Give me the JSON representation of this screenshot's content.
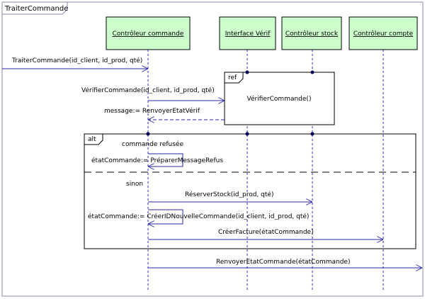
{
  "diagram": {
    "frame_title": "TraiterCommande",
    "colors": {
      "frame": "#8a8aa8",
      "line": "#2a2aa8",
      "lifeline_fill": "#ccffcc",
      "lifeline_stroke": "#000000",
      "text": "#000000",
      "background": "#ffffff"
    },
    "lifelines": [
      {
        "id": "ctrl_commande",
        "label": "Contrôleur commande"
      },
      {
        "id": "interface_verif",
        "label": "Interface Vérif"
      },
      {
        "id": "ctrl_stock",
        "label": "Contrôleur stock"
      },
      {
        "id": "ctrl_compte",
        "label": "Contrôleur compte"
      }
    ],
    "messages": {
      "m1": "TraiterCommande(id_client, id_prod, qté)",
      "m2": "VérifierCommande(id_client, id_prod, qté)",
      "m3": "message:= RenvoyerEtatVérif",
      "m4": "étatCommande:= PréparerMessageRefus",
      "m5": "RéserverStock(id_prod, qté)",
      "m6": "étatCommande:= CréerIDNouvelleCommande(id_client, id_prod, qté)",
      "m7": "CréerFacture(étatCommande)",
      "m8": "RenvoyerEtatCommande(étatCommande)"
    },
    "ref_fragment": {
      "tag": "ref",
      "label": "VérifierCommande()"
    },
    "alt_fragment": {
      "tag": "alt",
      "guard1": "commande refusée",
      "guard2": "sinon"
    }
  }
}
